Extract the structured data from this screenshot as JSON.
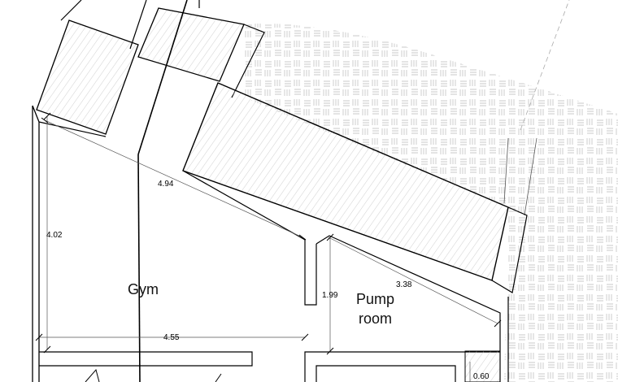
{
  "plan": {
    "rooms": [
      {
        "label_lines": [
          "Gym"
        ]
      },
      {
        "label_lines": [
          "Pump",
          "room"
        ]
      }
    ],
    "dimensions": [
      "4.94",
      "4.02",
      "4.55",
      "1.99",
      "3.38",
      "0.60"
    ]
  }
}
